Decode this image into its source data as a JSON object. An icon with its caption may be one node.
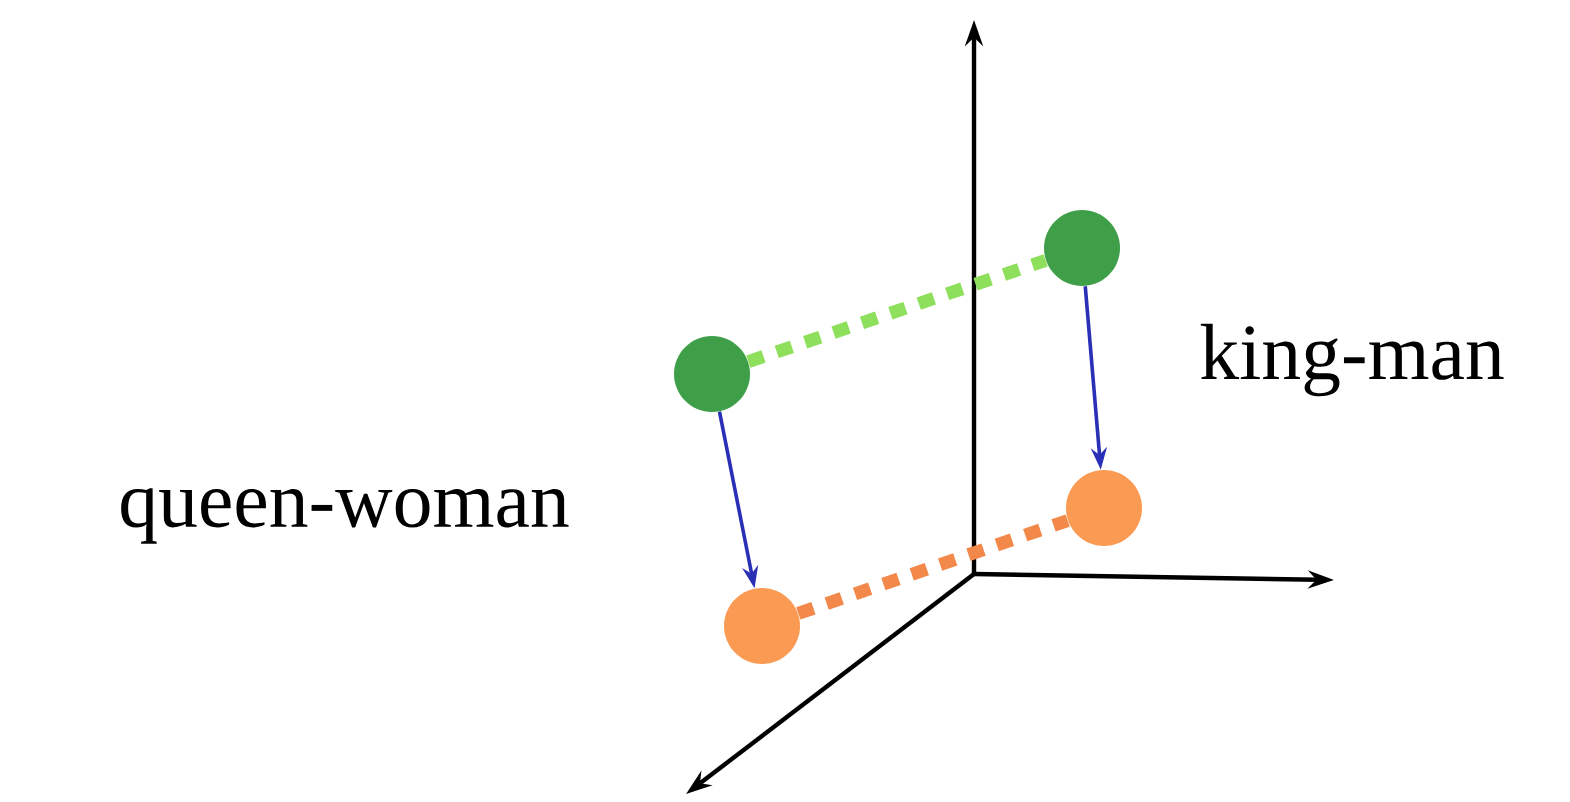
{
  "diagram": {
    "nodes": [
      {
        "text": [],
        "shape": "circle"
      },
      {
        "text": [],
        "shape": "circle"
      },
      {
        "text": [],
        "shape": "circle"
      },
      {
        "text": [],
        "shape": "circle"
      }
    ],
    "edges": [
      {
        "from": 0,
        "to": 2,
        "arrow": "to",
        "color": "#2a30b5"
      },
      {
        "from": 1,
        "to": 3,
        "arrow": "to",
        "color": "#2a30b5"
      },
      {
        "from": 0,
        "to": 1,
        "arrow": "none",
        "style": "dashed",
        "color": "#8ee05c"
      },
      {
        "from": 2,
        "to": 3,
        "arrow": "none",
        "style": "dashed",
        "color": "#f2894a"
      }
    ],
    "labels": [
      "queen-woman",
      "king-man"
    ]
  }
}
